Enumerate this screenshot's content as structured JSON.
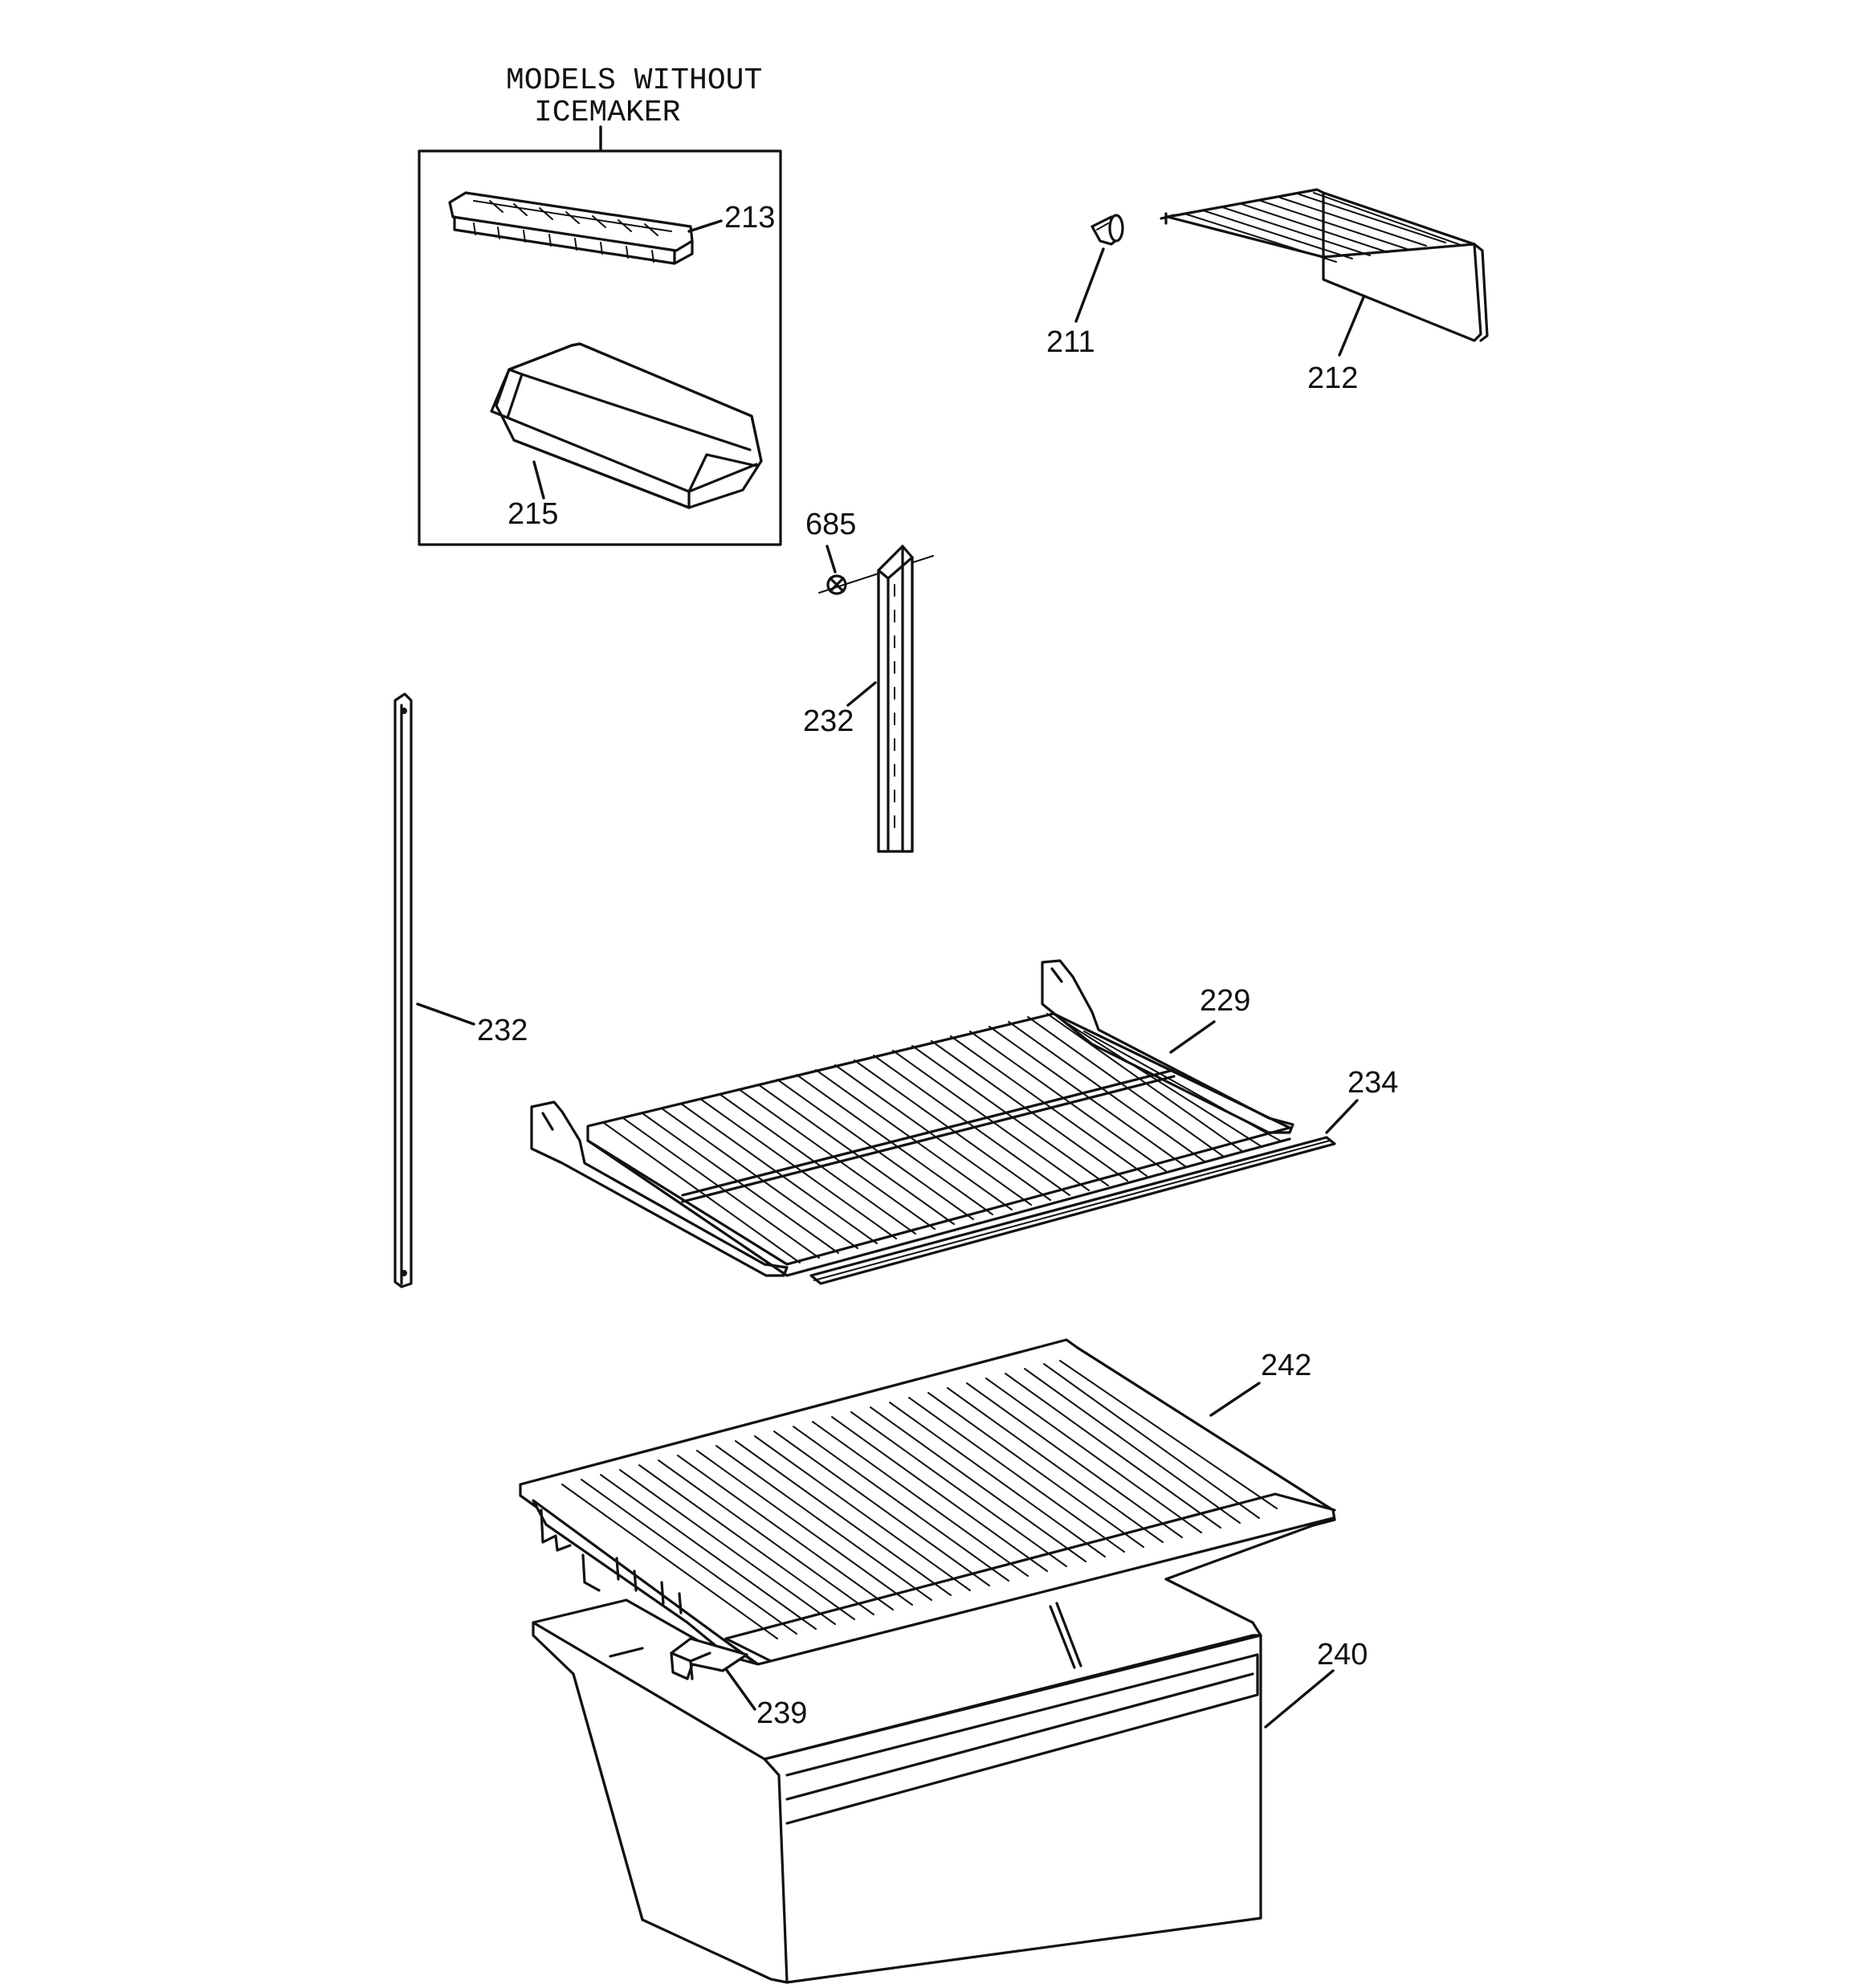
{
  "inset": {
    "title_line1": "MODELS WITHOUT",
    "title_line2": "ICEMAKER"
  },
  "callouts": {
    "p211": "211",
    "p212": "212",
    "p213": "213",
    "p215": "215",
    "p685": "685",
    "p232_center": "232",
    "p232_left": "232",
    "p229": "229",
    "p234": "234",
    "p242": "242",
    "p240": "240",
    "p239": "239"
  }
}
